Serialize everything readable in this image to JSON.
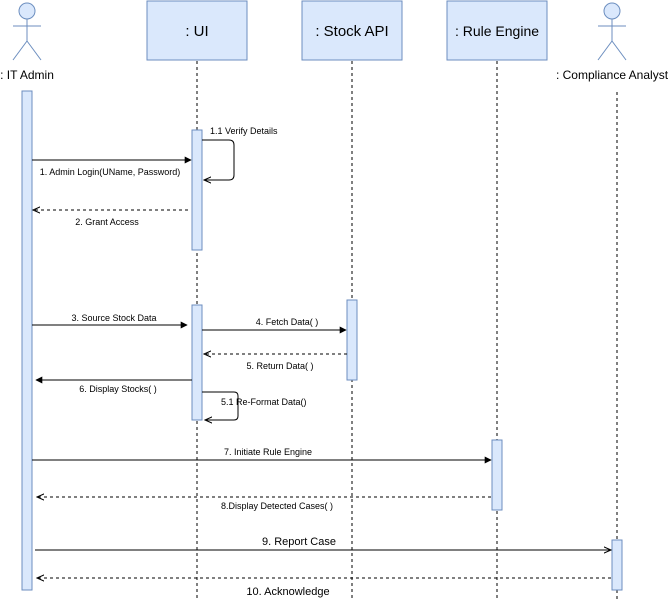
{
  "participants": [
    {
      "id": "it_admin",
      "kind": "actor",
      "label": ": IT Admin"
    },
    {
      "id": "ui",
      "kind": "box",
      "label": ": UI"
    },
    {
      "id": "stock_api",
      "kind": "box",
      "label": ": Stock API"
    },
    {
      "id": "rule_engine",
      "kind": "box",
      "label": ": Rule Engine"
    },
    {
      "id": "compliance",
      "kind": "actor",
      "label": ": Compliance Analyst"
    }
  ],
  "messages": [
    {
      "id": "m1_1",
      "label": "1.1 Verify Details",
      "type": "self"
    },
    {
      "id": "m1",
      "label": "1. Admin Login(UName, Password)",
      "type": "sync"
    },
    {
      "id": "m2",
      "label": "2. Grant Access",
      "type": "return"
    },
    {
      "id": "m3",
      "label": "3. Source Stock Data",
      "type": "sync"
    },
    {
      "id": "m4",
      "label": "4. Fetch Data( )",
      "type": "sync"
    },
    {
      "id": "m5",
      "label": "5. Return Data( )",
      "type": "return"
    },
    {
      "id": "m6",
      "label": "6. Display Stocks( )",
      "type": "sync"
    },
    {
      "id": "m5_1",
      "label": "5.1 Re-Format Data()",
      "type": "self"
    },
    {
      "id": "m7",
      "label": "7. Initiate Rule Engine",
      "type": "sync"
    },
    {
      "id": "m8",
      "label": "8.Display Detected Cases( )",
      "type": "return"
    },
    {
      "id": "m9",
      "label": "9. Report Case",
      "type": "sync"
    },
    {
      "id": "m10",
      "label": "10. Acknowledge",
      "type": "return"
    }
  ],
  "colors": {
    "box_fill": "#dae8fc",
    "box_stroke": "#6c8ebf",
    "line": "#000000"
  }
}
